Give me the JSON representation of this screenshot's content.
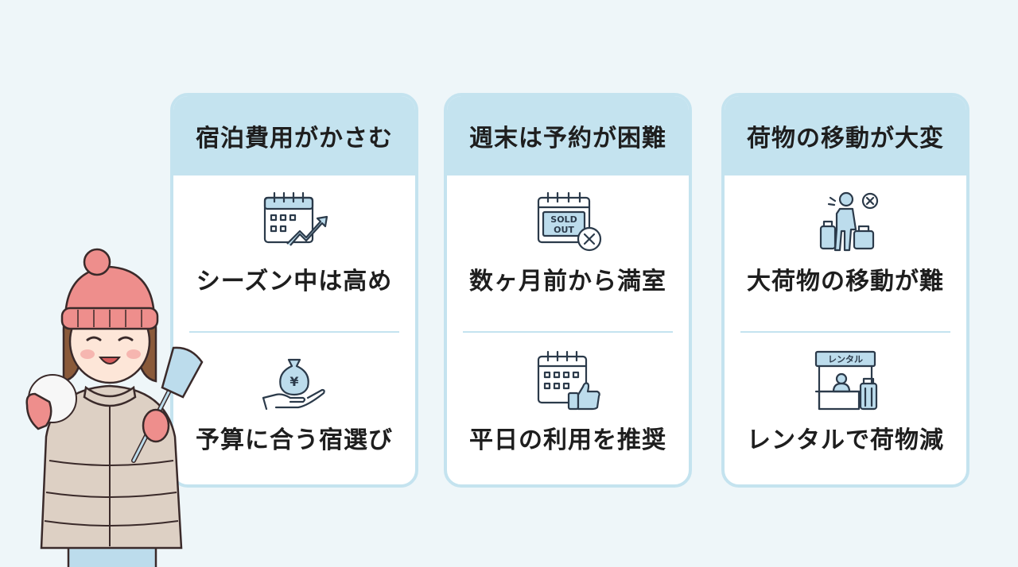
{
  "cards": [
    {
      "title": "宿泊費用がかさむ",
      "items": [
        {
          "text": "シーズン中は高め",
          "icon": "calendar-rising-price-icon"
        },
        {
          "text": "予算に合う宿選び",
          "icon": "money-bag-hand-icon"
        }
      ]
    },
    {
      "title": "週末は予約が困難",
      "items": [
        {
          "text": "数ヶ月前から満室",
          "icon": "sold-out-calendar-icon",
          "icon_label": "SOLD OUT"
        },
        {
          "text": "平日の利用を推奨",
          "icon": "calendar-thumbs-up-icon"
        }
      ]
    },
    {
      "title": "荷物の移動が大変",
      "items": [
        {
          "text": "大荷物の移動が難",
          "icon": "person-heavy-luggage-icon"
        },
        {
          "text": "レンタルで荷物減",
          "icon": "rental-counter-icon",
          "icon_label": "レンタル"
        }
      ]
    }
  ],
  "colors": {
    "card_header": "#c4e3ef",
    "background": "#eef6f9",
    "text": "#1e1e1e"
  }
}
